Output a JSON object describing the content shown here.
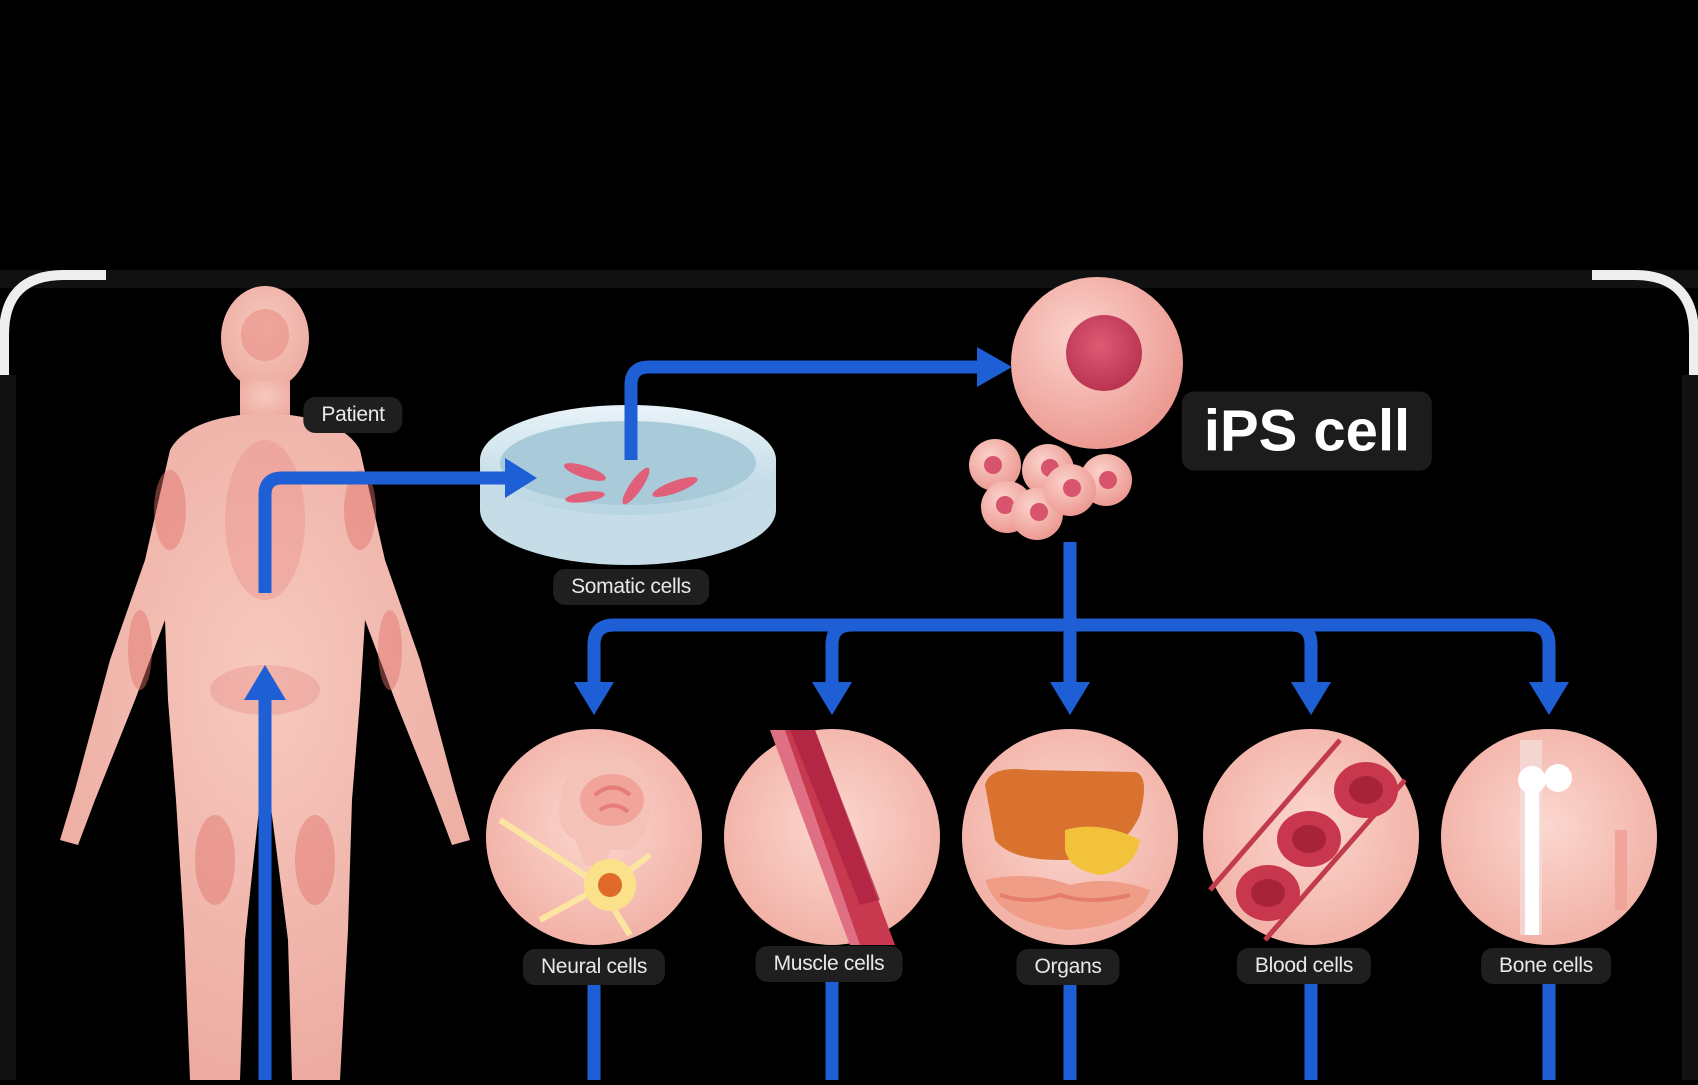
{
  "diagram": {
    "patient_label": "Patient",
    "somatic_label": "Somatic cells",
    "ips_label": "iPS cell",
    "targets": [
      {
        "label": "Neural cells",
        "icon": "neural-cell-icon"
      },
      {
        "label": "Muscle cells",
        "icon": "muscle-tissue-icon"
      },
      {
        "label": "Organs",
        "icon": "organs-icon"
      },
      {
        "label": "Blood cells",
        "icon": "blood-cells-icon"
      },
      {
        "label": "Bone cells",
        "icon": "bone-icon"
      }
    ]
  },
  "colors": {
    "arrow": "#1f5fd6",
    "background": "#000000",
    "skin": "#f2b6ab",
    "cell": "#f0a0a0",
    "nucleus": "#cc4460",
    "label_bg": "#1f1f1f"
  }
}
